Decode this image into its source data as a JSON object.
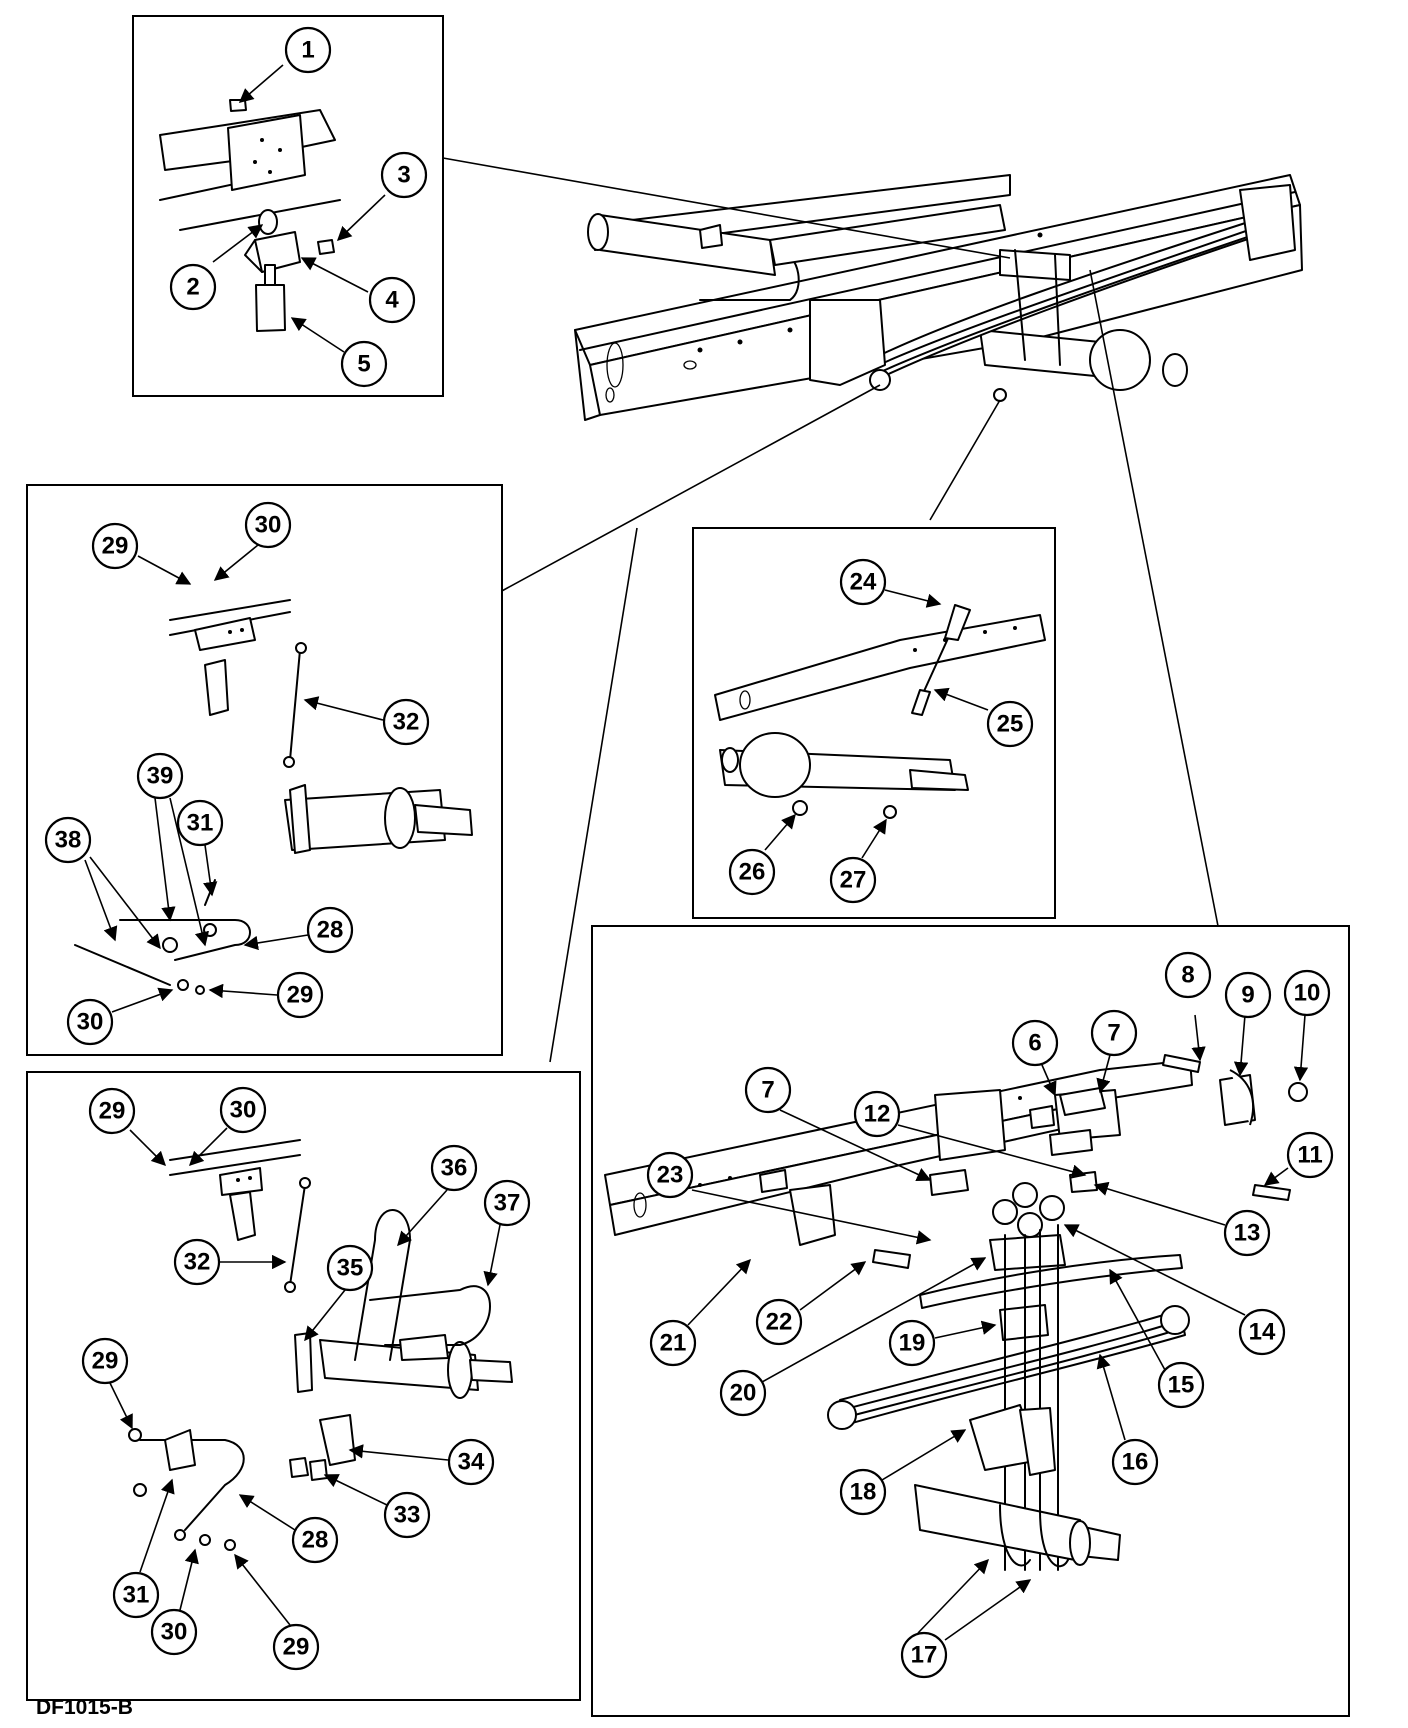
{
  "figure_code": "DF1015-B",
  "panels": [
    {
      "id": "bump-stop",
      "callouts": [
        "1",
        "2",
        "3",
        "4",
        "5"
      ]
    },
    {
      "id": "stabilizer-bar-front",
      "callouts": [
        "29",
        "30",
        "32",
        "39",
        "31",
        "38",
        "28",
        "29",
        "30"
      ]
    },
    {
      "id": "shock-absorber",
      "callouts": [
        "24",
        "25",
        "26",
        "27"
      ]
    },
    {
      "id": "stabilizer-bar-rear",
      "callouts": [
        "29",
        "30",
        "36",
        "37",
        "32",
        "35",
        "29",
        "34",
        "33",
        "31",
        "28",
        "30",
        "29"
      ]
    },
    {
      "id": "leaf-spring",
      "callouts": [
        "8",
        "9",
        "10",
        "6",
        "7",
        "7",
        "12",
        "23",
        "11",
        "13",
        "21",
        "22",
        "14",
        "19",
        "15",
        "20",
        "16",
        "18",
        "17"
      ]
    }
  ]
}
